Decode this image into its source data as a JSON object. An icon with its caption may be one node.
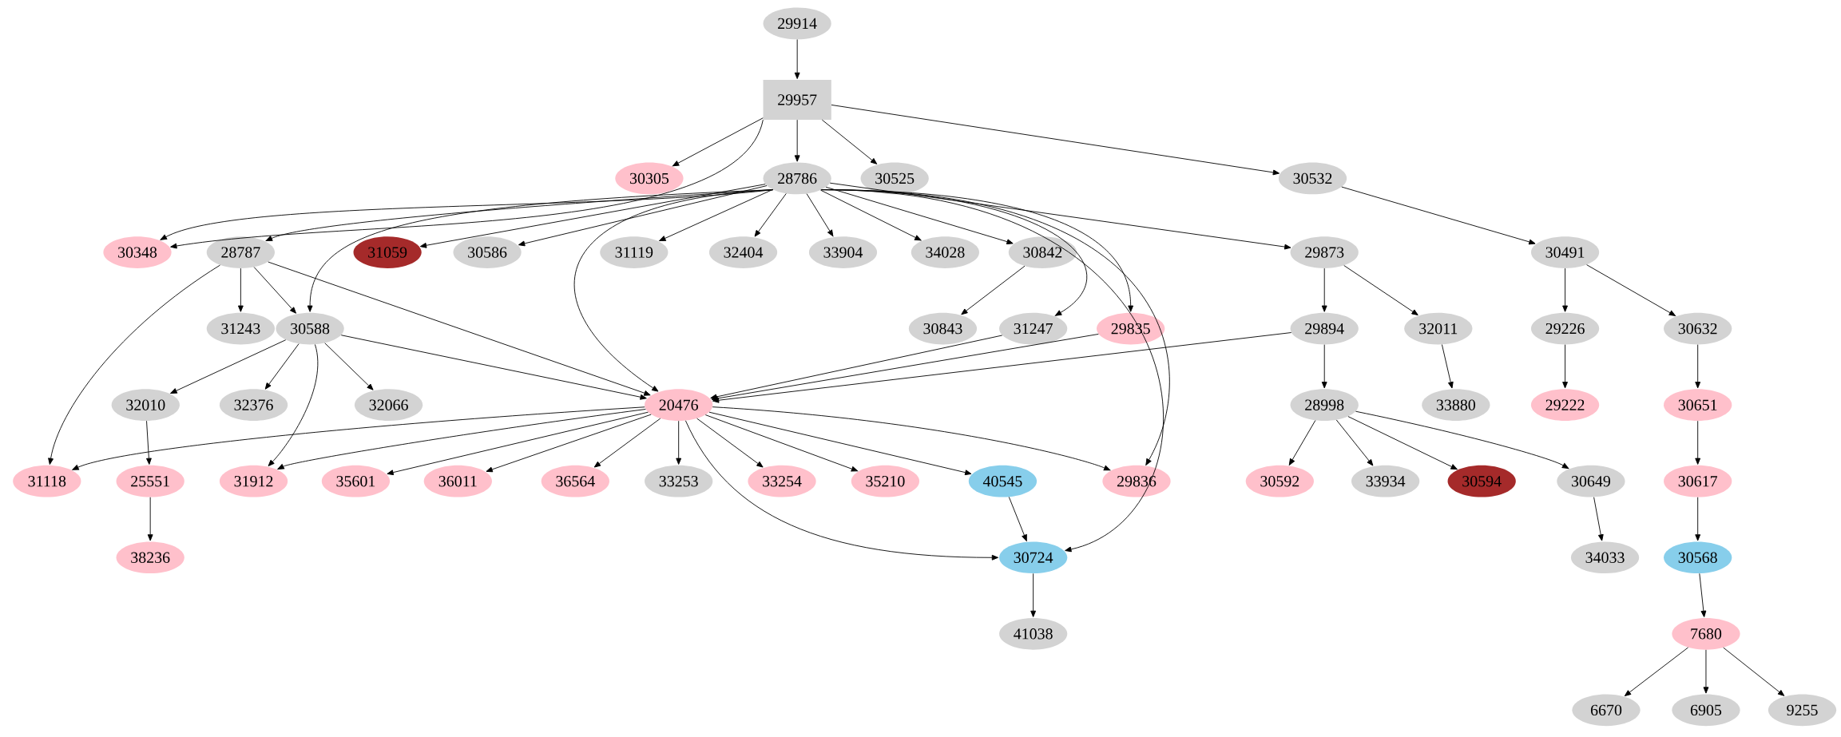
{
  "diagram": {
    "nodes": [
      {
        "text": [
          "29914"
        ]
      },
      {
        "text": [
          "29957"
        ]
      },
      {
        "text": [
          "30305"
        ]
      },
      {
        "text": [
          "28786"
        ]
      },
      {
        "text": [
          "30525"
        ]
      },
      {
        "text": [
          "30532"
        ]
      },
      {
        "text": [
          "30348"
        ]
      },
      {
        "text": [
          "28787"
        ]
      },
      {
        "text": [
          "31059"
        ]
      },
      {
        "text": [
          "30586"
        ]
      },
      {
        "text": [
          "31119"
        ]
      },
      {
        "text": [
          "32404"
        ]
      },
      {
        "text": [
          "33904"
        ]
      },
      {
        "text": [
          "34028"
        ]
      },
      {
        "text": [
          "30842"
        ]
      },
      {
        "text": [
          "29873"
        ]
      },
      {
        "text": [
          "30491"
        ]
      },
      {
        "text": [
          "31243"
        ]
      },
      {
        "text": [
          "30588"
        ]
      },
      {
        "text": [
          "30843"
        ]
      },
      {
        "text": [
          "31247"
        ]
      },
      {
        "text": [
          "29835"
        ]
      },
      {
        "text": [
          "29894"
        ]
      },
      {
        "text": [
          "32011"
        ]
      },
      {
        "text": [
          "29226"
        ]
      },
      {
        "text": [
          "30632"
        ]
      },
      {
        "text": [
          "32010"
        ]
      },
      {
        "text": [
          "32376"
        ]
      },
      {
        "text": [
          "32066"
        ]
      },
      {
        "text": [
          "20476"
        ]
      },
      {
        "text": [
          "28998"
        ]
      },
      {
        "text": [
          "33880"
        ]
      },
      {
        "text": [
          "29222"
        ]
      },
      {
        "text": [
          "30651"
        ]
      },
      {
        "text": [
          "31118"
        ]
      },
      {
        "text": [
          "25551"
        ]
      },
      {
        "text": [
          "31912"
        ]
      },
      {
        "text": [
          "35601"
        ]
      },
      {
        "text": [
          "36011"
        ]
      },
      {
        "text": [
          "36564"
        ]
      },
      {
        "text": [
          "33253"
        ]
      },
      {
        "text": [
          "33254"
        ]
      },
      {
        "text": [
          "35210"
        ]
      },
      {
        "text": [
          "40545"
        ]
      },
      {
        "text": [
          "29836"
        ]
      },
      {
        "text": [
          "30592"
        ]
      },
      {
        "text": [
          "33934"
        ]
      },
      {
        "text": [
          "30594"
        ]
      },
      {
        "text": [
          "30649"
        ]
      },
      {
        "text": [
          "30617"
        ]
      },
      {
        "text": [
          "38236"
        ]
      },
      {
        "text": [
          "30724"
        ]
      },
      {
        "text": [
          "34033"
        ]
      },
      {
        "text": [
          "30568"
        ]
      },
      {
        "text": [
          "41038"
        ]
      },
      {
        "text": [
          "7680"
        ]
      },
      {
        "text": [
          "6670"
        ]
      },
      {
        "text": [
          "6905"
        ]
      },
      {
        "text": [
          "9255"
        ]
      }
    ],
    "edges": [
      {
        "from": 0,
        "to": 1,
        "arrow": "to"
      },
      {
        "from": 1,
        "to": 2,
        "arrow": "to"
      },
      {
        "from": 1,
        "to": 3,
        "arrow": "to"
      },
      {
        "from": 1,
        "to": 4,
        "arrow": "to"
      },
      {
        "from": 1,
        "to": 5,
        "arrow": "to"
      },
      {
        "from": 1,
        "to": 6,
        "arrow": "to"
      },
      {
        "from": 3,
        "to": 6,
        "arrow": "to"
      },
      {
        "from": 3,
        "to": 7,
        "arrow": "to"
      },
      {
        "from": 3,
        "to": 8,
        "arrow": "to"
      },
      {
        "from": 3,
        "to": 9,
        "arrow": "to"
      },
      {
        "from": 3,
        "to": 10,
        "arrow": "to"
      },
      {
        "from": 3,
        "to": 11,
        "arrow": "to"
      },
      {
        "from": 3,
        "to": 12,
        "arrow": "to"
      },
      {
        "from": 3,
        "to": 13,
        "arrow": "to"
      },
      {
        "from": 3,
        "to": 14,
        "arrow": "to"
      },
      {
        "from": 3,
        "to": 15,
        "arrow": "to"
      },
      {
        "from": 3,
        "to": 18,
        "arrow": "to"
      },
      {
        "from": 3,
        "to": 29,
        "arrow": "to"
      },
      {
        "from": 3,
        "to": 20,
        "arrow": "to"
      },
      {
        "from": 3,
        "to": 21,
        "arrow": "to"
      },
      {
        "from": 3,
        "to": 44,
        "arrow": "to"
      },
      {
        "from": 3,
        "to": 51,
        "arrow": "to"
      },
      {
        "from": 5,
        "to": 16,
        "arrow": "to"
      },
      {
        "from": 7,
        "to": 17,
        "arrow": "to"
      },
      {
        "from": 7,
        "to": 18,
        "arrow": "to"
      },
      {
        "from": 7,
        "to": 29,
        "arrow": "to"
      },
      {
        "from": 7,
        "to": 34,
        "arrow": "to"
      },
      {
        "from": 14,
        "to": 19,
        "arrow": "to"
      },
      {
        "from": 15,
        "to": 22,
        "arrow": "to"
      },
      {
        "from": 15,
        "to": 23,
        "arrow": "to"
      },
      {
        "from": 16,
        "to": 24,
        "arrow": "to"
      },
      {
        "from": 16,
        "to": 25,
        "arrow": "to"
      },
      {
        "from": 18,
        "to": 26,
        "arrow": "to"
      },
      {
        "from": 18,
        "to": 27,
        "arrow": "to"
      },
      {
        "from": 18,
        "to": 28,
        "arrow": "to"
      },
      {
        "from": 18,
        "to": 29,
        "arrow": "to"
      },
      {
        "from": 18,
        "to": 36,
        "arrow": "to"
      },
      {
        "from": 20,
        "to": 29,
        "arrow": "to"
      },
      {
        "from": 21,
        "to": 29,
        "arrow": "to"
      },
      {
        "from": 22,
        "to": 29,
        "arrow": "to"
      },
      {
        "from": 22,
        "to": 30,
        "arrow": "to"
      },
      {
        "from": 23,
        "to": 31,
        "arrow": "to"
      },
      {
        "from": 24,
        "to": 32,
        "arrow": "to"
      },
      {
        "from": 25,
        "to": 33,
        "arrow": "to"
      },
      {
        "from": 26,
        "to": 35,
        "arrow": "to"
      },
      {
        "from": 29,
        "to": 34,
        "arrow": "to"
      },
      {
        "from": 29,
        "to": 36,
        "arrow": "to"
      },
      {
        "from": 29,
        "to": 37,
        "arrow": "to"
      },
      {
        "from": 29,
        "to": 38,
        "arrow": "to"
      },
      {
        "from": 29,
        "to": 39,
        "arrow": "to"
      },
      {
        "from": 29,
        "to": 40,
        "arrow": "to"
      },
      {
        "from": 29,
        "to": 41,
        "arrow": "to"
      },
      {
        "from": 29,
        "to": 42,
        "arrow": "to"
      },
      {
        "from": 29,
        "to": 43,
        "arrow": "to"
      },
      {
        "from": 29,
        "to": 44,
        "arrow": "to"
      },
      {
        "from": 29,
        "to": 51,
        "arrow": "to"
      },
      {
        "from": 30,
        "to": 45,
        "arrow": "to"
      },
      {
        "from": 30,
        "to": 46,
        "arrow": "to"
      },
      {
        "from": 30,
        "to": 47,
        "arrow": "to"
      },
      {
        "from": 30,
        "to": 48,
        "arrow": "to"
      },
      {
        "from": 33,
        "to": 49,
        "arrow": "to"
      },
      {
        "from": 35,
        "to": 50,
        "arrow": "to"
      },
      {
        "from": 43,
        "to": 51,
        "arrow": "to"
      },
      {
        "from": 48,
        "to": 52,
        "arrow": "to"
      },
      {
        "from": 49,
        "to": 53,
        "arrow": "to"
      },
      {
        "from": 53,
        "to": 55,
        "arrow": "to"
      },
      {
        "from": 55,
        "to": 56,
        "arrow": "to"
      },
      {
        "from": 55,
        "to": 57,
        "arrow": "to"
      },
      {
        "from": 55,
        "to": 58,
        "arrow": "to"
      },
      {
        "from": 51,
        "to": 54,
        "arrow": "to"
      }
    ]
  }
}
